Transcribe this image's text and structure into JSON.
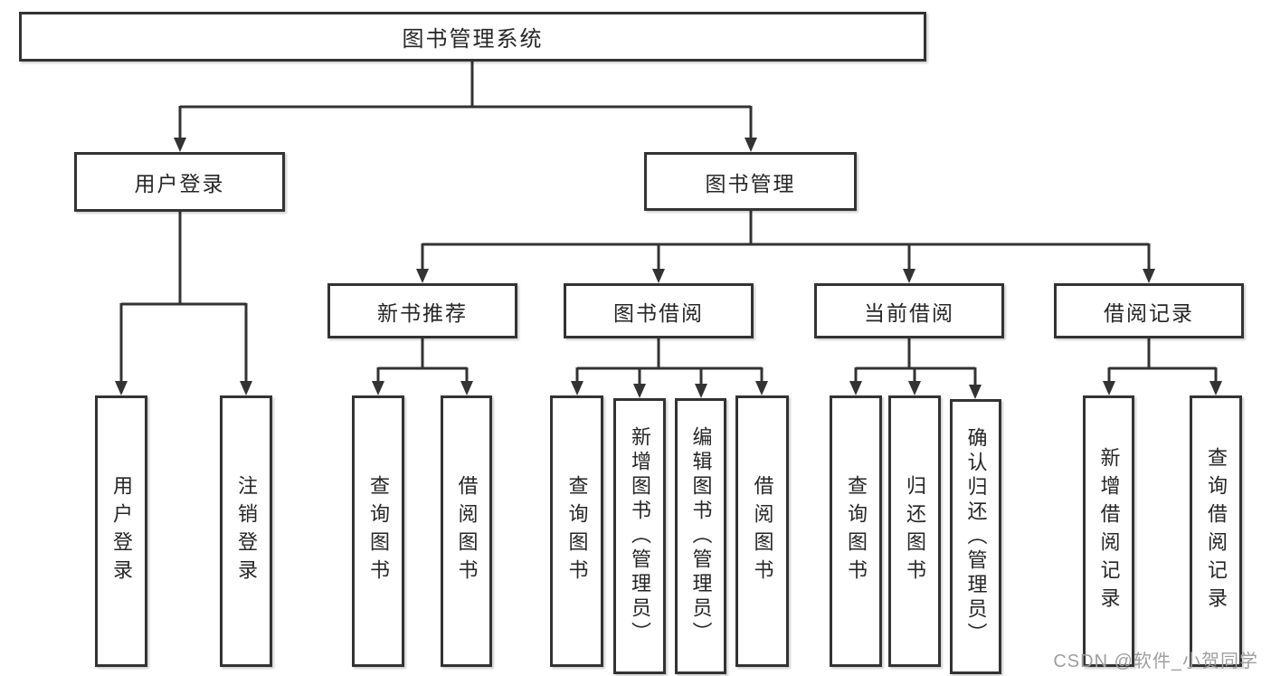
{
  "colors": {
    "line": "#333333",
    "text": "#262626",
    "watermark": "#9e9e9e",
    "background": "#ffffff"
  },
  "root": {
    "label": "图书管理系统"
  },
  "level2": {
    "user_login": {
      "label": "用户登录"
    },
    "book_mgmt": {
      "label": "图书管理"
    }
  },
  "level3": {
    "new_books": {
      "label": "新书推荐"
    },
    "borrow": {
      "label": "图书借阅"
    },
    "current": {
      "label": "当前借阅"
    },
    "records": {
      "label": "借阅记录"
    }
  },
  "leaves": {
    "user_login": [
      "用户登录",
      "注销登录"
    ],
    "new_books": [
      "查询图书",
      "借阅图书"
    ],
    "borrow": [
      "查询图书",
      "新增图书（管理员）",
      "编辑图书（管理员）",
      "借阅图书"
    ],
    "current": [
      "查询图书",
      "归还图书",
      "确认归还（管理员）"
    ],
    "records": [
      "新增借阅记录",
      "查询借阅记录"
    ]
  },
  "watermark": {
    "label": "CSDN @软件_小贺同学"
  }
}
